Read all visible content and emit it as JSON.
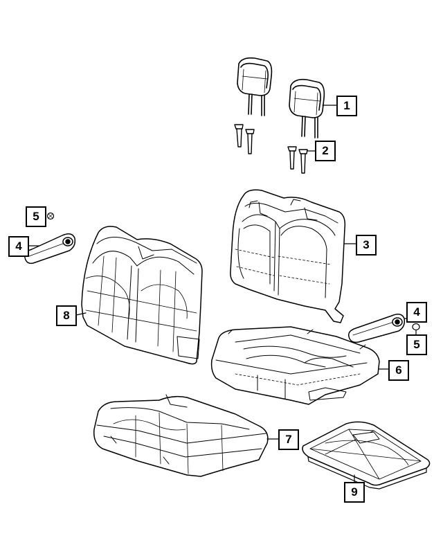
{
  "callouts": {
    "c1": "1",
    "c2": "2",
    "c3": "3",
    "c4a": "4",
    "c4b": "4",
    "c5a": "5",
    "c5b": "5",
    "c6": "6",
    "c7": "7",
    "c8": "8",
    "c9": "9"
  }
}
